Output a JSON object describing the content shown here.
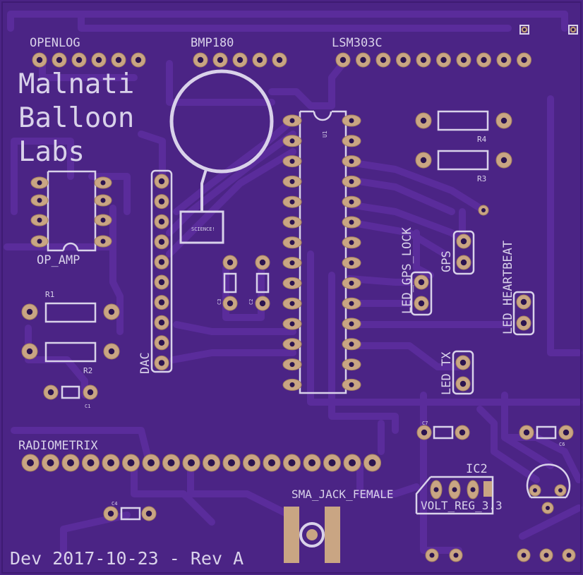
{
  "colors": {
    "board": "#4b2485",
    "trace": "#5a2c9b",
    "trace_edge": "#3e1b73",
    "silk": "#d9d2ea",
    "pad": "#c9a583",
    "pad_dark": "#a7835f",
    "hole": "#2b1450"
  },
  "title_lines": [
    "Malnati",
    "Balloon",
    "Labs"
  ],
  "footer": "Dev 2017-10-23 - Rev A",
  "labels": {
    "openlog": "OPENLOG",
    "bmp180": "BMP180",
    "lsm303c": "LSM303C",
    "op_amp": "OP_AMP",
    "radiometrix": "RADIOMETRIX",
    "dac": "DAC",
    "led_gps_lock": "LED_GPS_LOCK",
    "gps": "GPS",
    "led_heartbeat": "LED_HEARTBEAT",
    "led_tx": "LED_TX",
    "ic2": "IC2",
    "volt_reg": "VOLT_REG_3.3",
    "sma": "SMA_JACK_FEMALE",
    "science": "SCIENCE!",
    "u1": "U1",
    "r1": "R1",
    "r2": "R2",
    "r3": "R3",
    "r4": "R4",
    "c1": "C1",
    "c2": "C2",
    "c3": "C3",
    "c4": "C4",
    "c6": "C6",
    "c7": "C7"
  }
}
